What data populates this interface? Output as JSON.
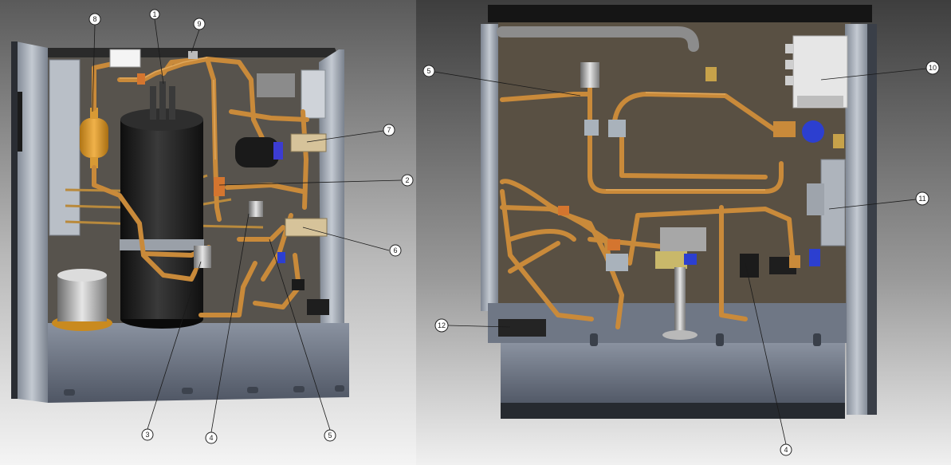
{
  "callouts": [
    {
      "id": "c1",
      "number": "1"
    },
    {
      "id": "c2",
      "number": "2"
    },
    {
      "id": "c3",
      "number": "3"
    },
    {
      "id": "c4a",
      "number": "4"
    },
    {
      "id": "c5a",
      "number": "5"
    },
    {
      "id": "c6",
      "number": "6"
    },
    {
      "id": "c7",
      "number": "7"
    },
    {
      "id": "c8",
      "number": "8"
    },
    {
      "id": "c9",
      "number": "9"
    },
    {
      "id": "c5b",
      "number": "5"
    },
    {
      "id": "c10",
      "number": "10"
    },
    {
      "id": "c11",
      "number": "11"
    },
    {
      "id": "c12",
      "number": "12"
    },
    {
      "id": "c4b",
      "number": "4"
    }
  ],
  "colors": {
    "copper": "#c98a3a",
    "copper_dark": "#8a5518",
    "compressor": "#1c1c1c",
    "panel": "#56524c",
    "frame": "#9aa2ad",
    "base": "#6b7380",
    "expansion_valve": "#d4752f",
    "valve_blue": "#2c3fd0"
  }
}
